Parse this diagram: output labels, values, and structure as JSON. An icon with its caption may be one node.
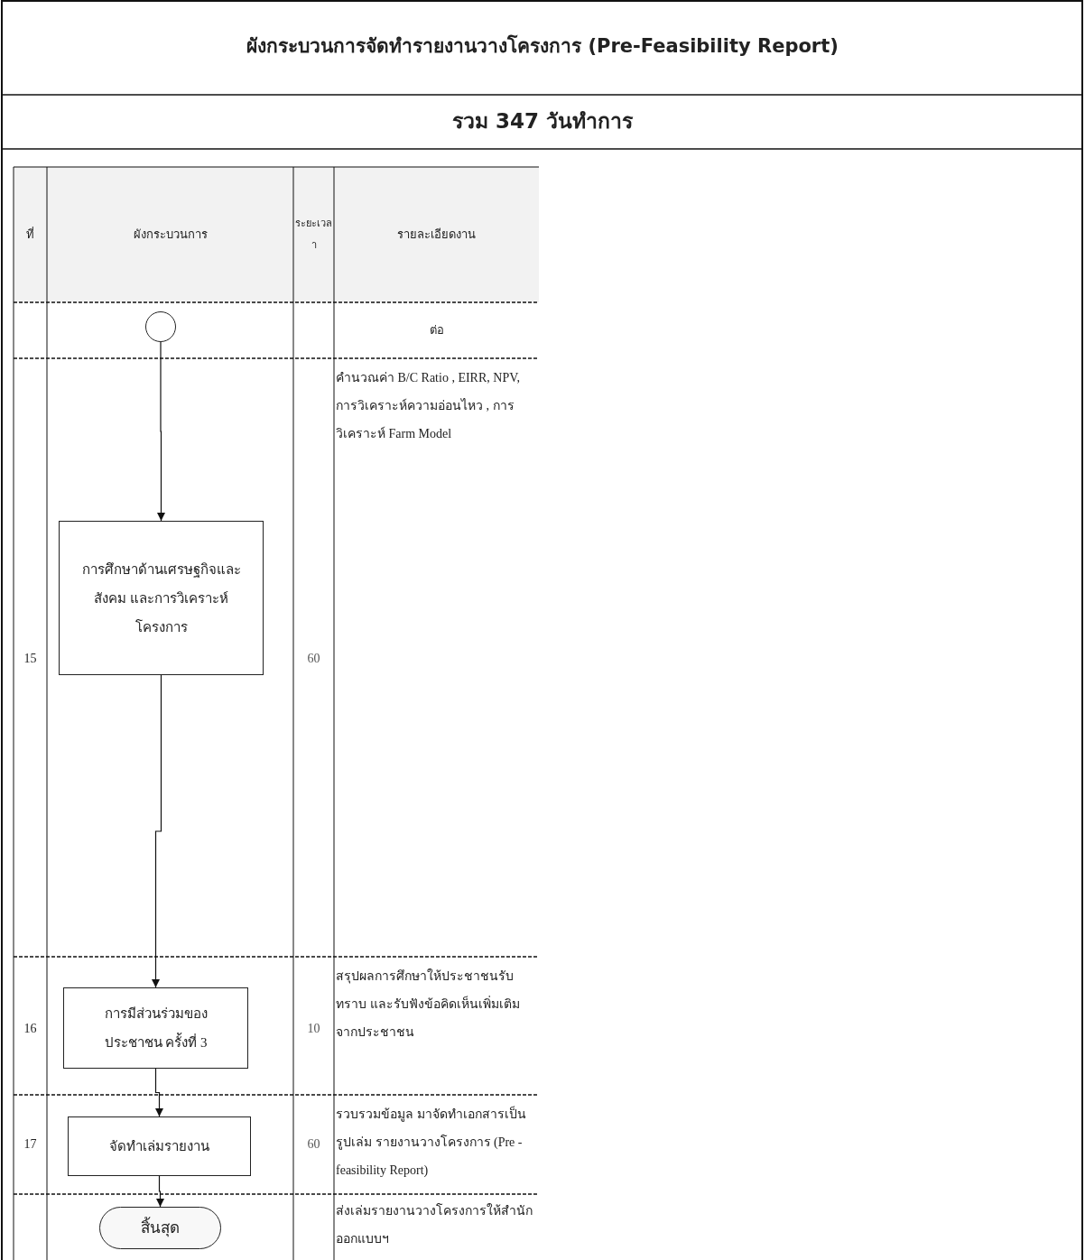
{
  "diagram": {
    "title": "ผังกระบวนการจัดทำรายงานวางโครงการ (Pre-Feasibility Report)",
    "nodes": [
      {
        "text": [],
        "shape": "circle"
      },
      {
        "text": [
          "การศึกษาด้านเศรษฐกิจและสังคม และการวิเคราะห์โครงการ"
        ]
      },
      {
        "text": [
          "การมีส่วนร่วมของประชาชน ครั้งที่ 3"
        ]
      },
      {
        "text": [
          "จัดทำเล่มรายงาน"
        ]
      },
      {
        "text": [
          "สิ้นสุด"
        ]
      }
    ],
    "edges": [
      {
        "from": 0,
        "to": 1,
        "arrow": "to"
      },
      {
        "from": 1,
        "to": 2,
        "arrow": "to"
      },
      {
        "from": 2,
        "to": 3,
        "arrow": "to"
      },
      {
        "from": 3,
        "to": 4,
        "arrow": "to"
      }
    ],
    "labels": [
      "รวม 347 วันทำการ",
      "ที่",
      "ผังกระบวนการ",
      "ระยะเวลา",
      "รายละเอียดงาน",
      "ต่อ",
      "15",
      "60",
      "คำนวณค่า B/C Ratio , EIRR, NPV, การวิเคราะห์ความอ่อนไหว , การวิเคราะห์ Farm Model",
      "16",
      "10",
      "สรุปผลการศึกษาให้ประชาชนรับทราบ และรับฟังข้อคิดเห็นเพิ่มเติมจากประชาชน",
      "17",
      "60",
      "รวบรวมข้อมูล มาจัดทำเอกสารเป็นรูปเล่ม รายงานวางโครงการ (Pre - feasibility Report)",
      "ส่งเล่มรายงานวางโครงการให้สำนักออกแบบฯ"
    ]
  }
}
